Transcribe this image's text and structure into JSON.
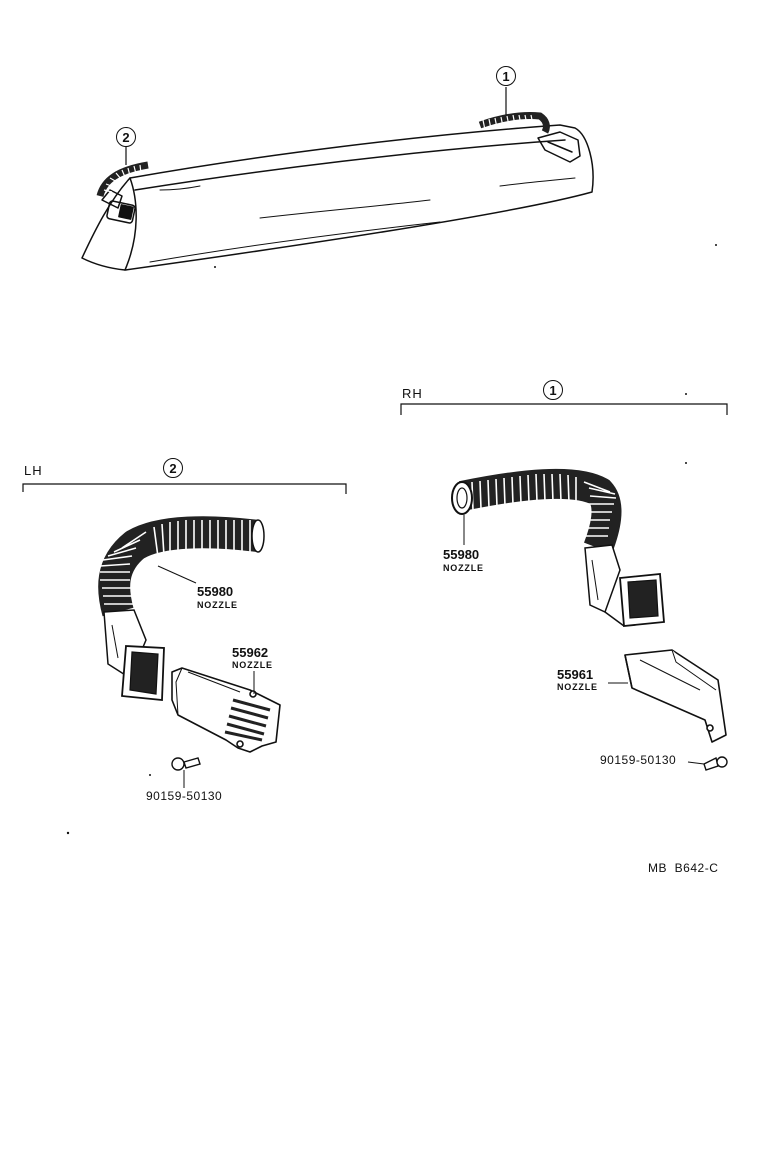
{
  "overview": {
    "callout_1": "1",
    "callout_2": "2"
  },
  "rh_group": {
    "side_label": "RH",
    "callout": "1",
    "hose": {
      "part_number": "55980",
      "name": "NOZZLE"
    },
    "nozzle": {
      "part_number": "55961",
      "name": "NOZZLE"
    },
    "screw": {
      "part_number": "90159-50130"
    }
  },
  "lh_group": {
    "side_label": "LH",
    "callout": "2",
    "hose": {
      "part_number": "55980",
      "name": "NOZZLE"
    },
    "nozzle": {
      "part_number": "55962",
      "name": "NOZZLE"
    },
    "screw": {
      "part_number": "90159-50130"
    }
  },
  "drawing_code": "MB  B642-C"
}
